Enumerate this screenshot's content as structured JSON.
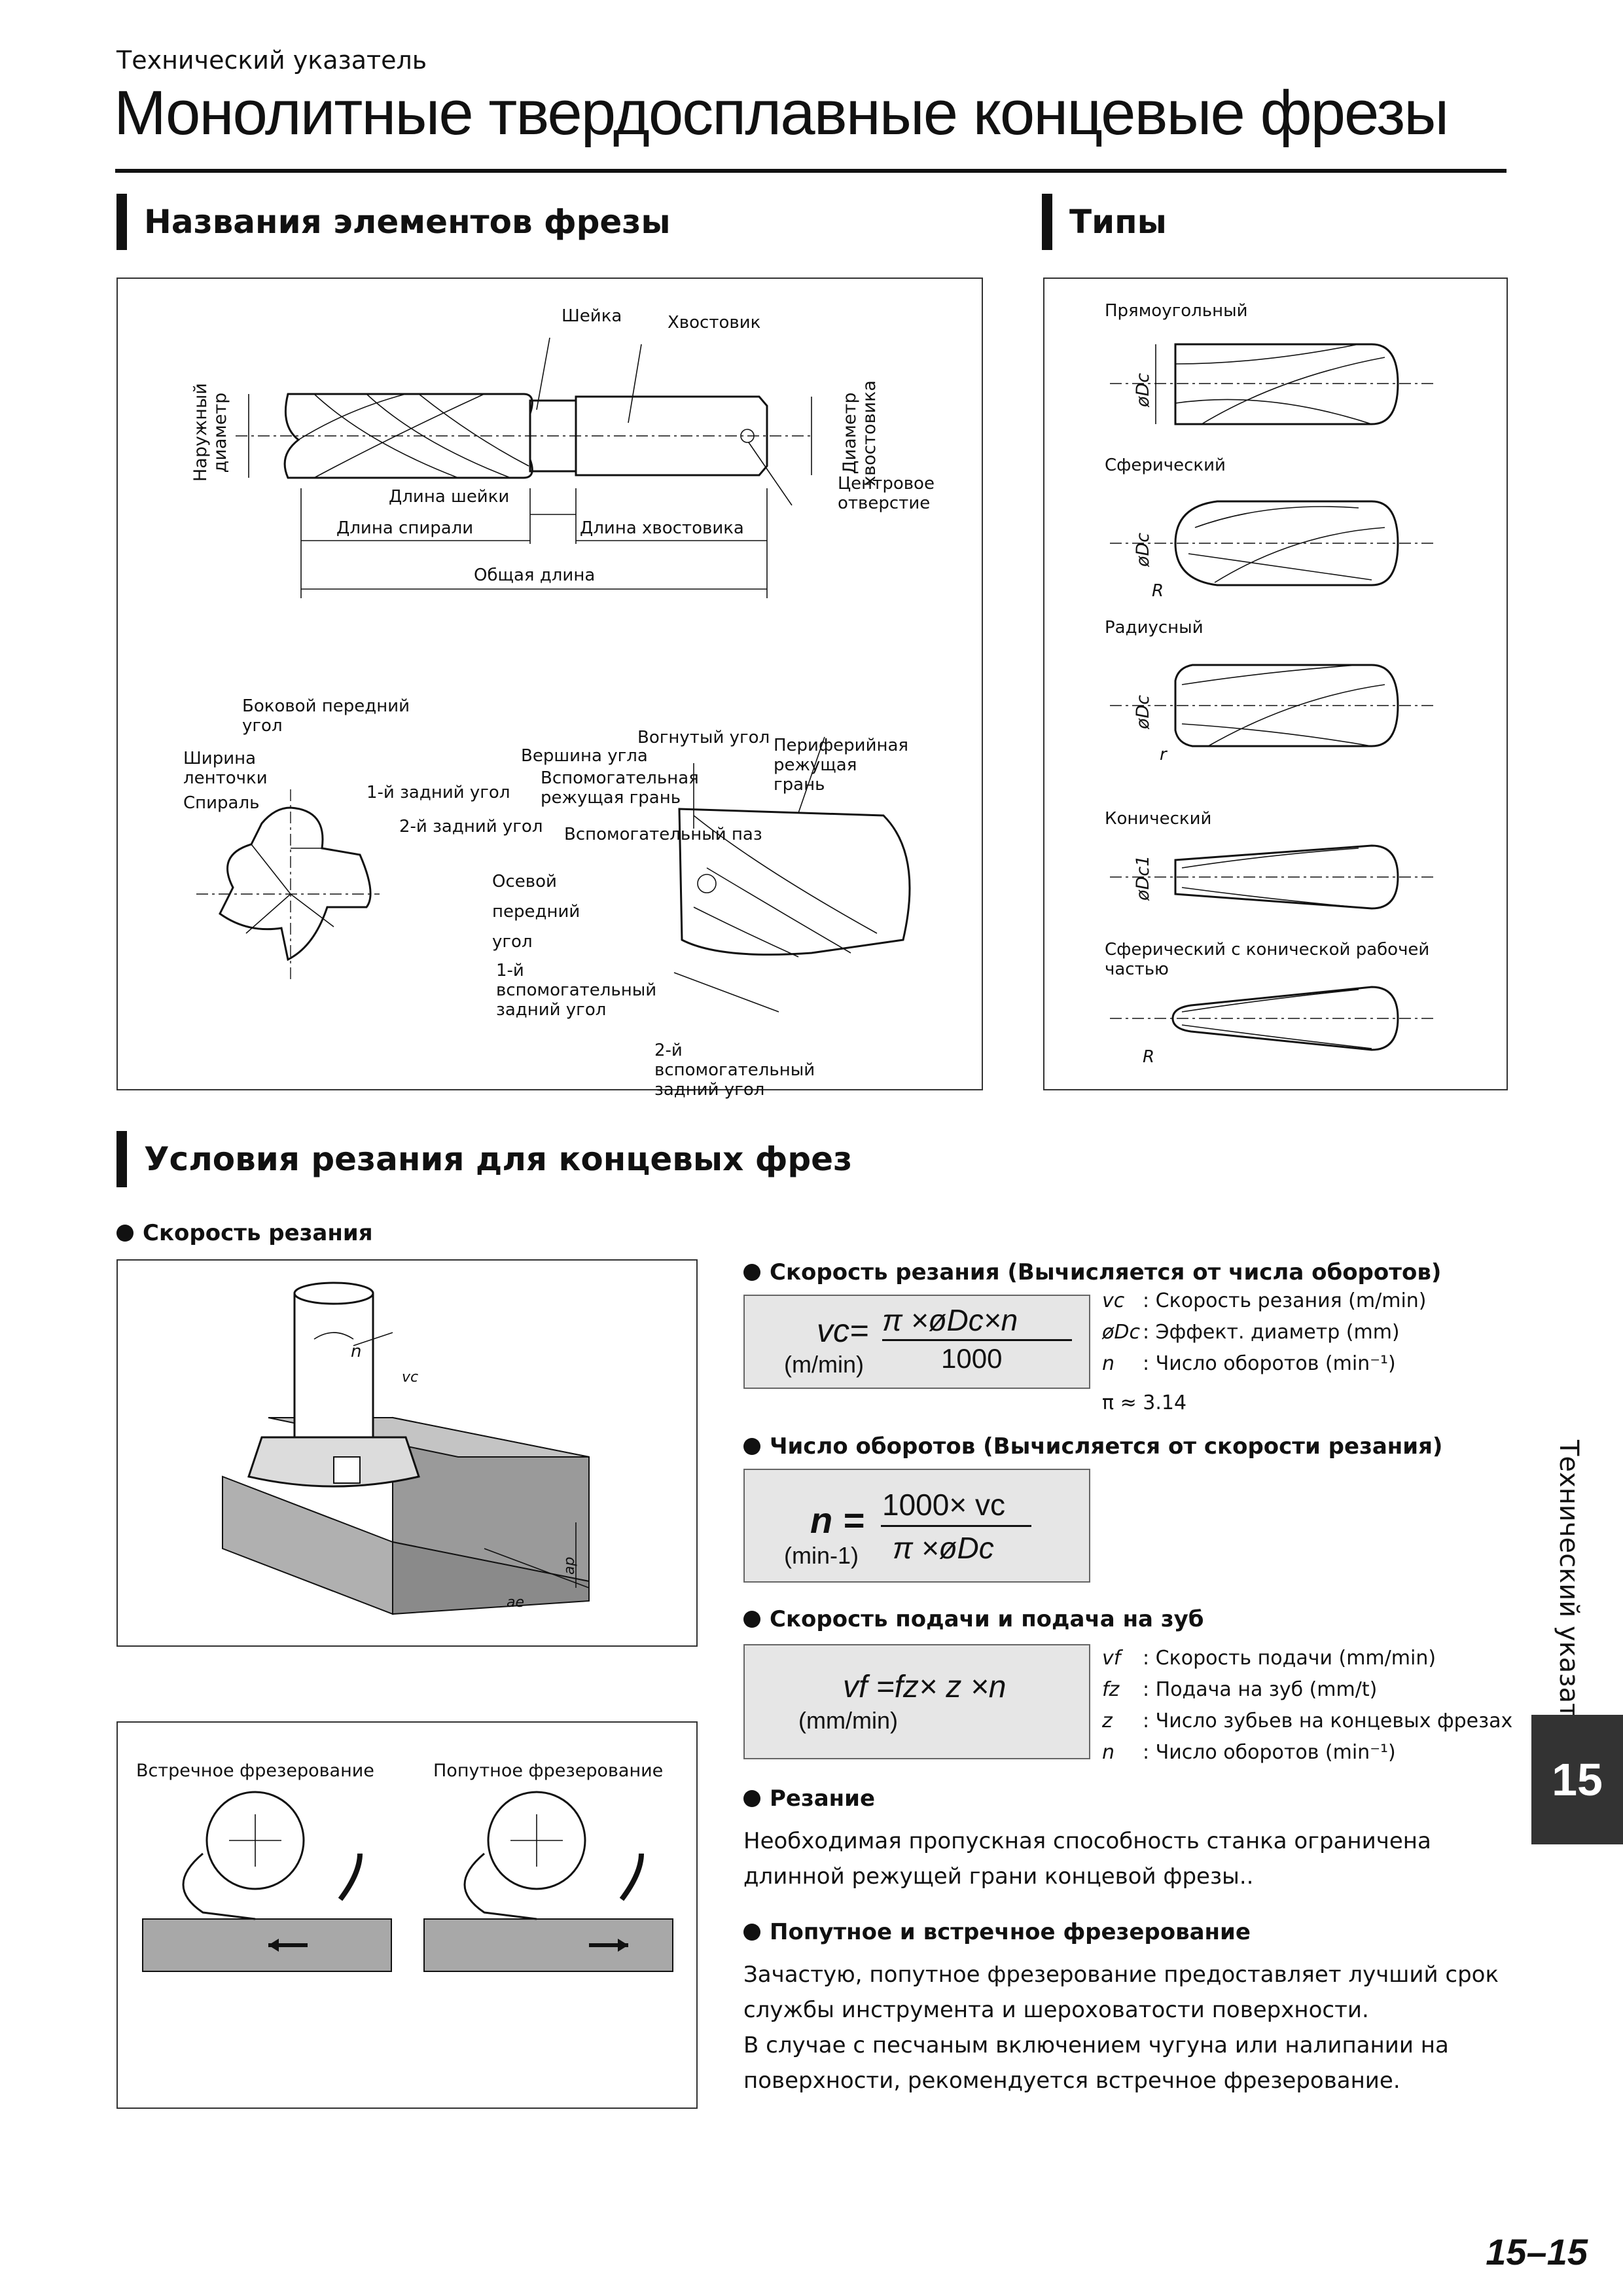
{
  "header": {
    "section_small": "Технический указатель",
    "title": "Монолитные твердосплавные концевые фрезы"
  },
  "parts_section": {
    "heading": "Названия элементов фрезы",
    "labels": {
      "neck": "Шейка",
      "shank": "Хвостовик",
      "outer_diameter": "Наружный диаметр",
      "shank_diameter": "Диаметр хвостовика",
      "center_hole": "Центровое отверстие",
      "neck_length": "Длина шейки",
      "flute_length": "Длина спирали",
      "shank_length": "Длина хвостовика",
      "overall_length": "Общая длина",
      "radial_rake": "Боковой передний угол",
      "land_width": "Ширина ленточки",
      "helix": "Спираль",
      "primary_relief": "1-й задний угол",
      "secondary_relief": "2-й задний угол",
      "concave_angle": "Вогнутый угол",
      "corner": "Вершина угла",
      "end_cutting_edge": "Вспомогательная режущая грань",
      "peripheral_edge": "Периферийная режущая грань",
      "end_gash": "Вспомогательный паз",
      "axial_rake": "Осевой передний угол",
      "end_primary_relief": "1-й вспомогательный задний угол",
      "end_secondary_relief": "2-й вспомогательный задний угол"
    }
  },
  "types_section": {
    "heading": "Типы",
    "types": [
      {
        "name": "Прямоугольный",
        "dim": "øDc"
      },
      {
        "name": "Сферический",
        "dim": "øDc",
        "radius": "R"
      },
      {
        "name": "Радиусный",
        "dim": "øDc",
        "radius": "r"
      },
      {
        "name": "Конический",
        "dim": "øDc1"
      },
      {
        "name": "Сферический с конической рабочей частью",
        "radius": "R"
      }
    ]
  },
  "conditions_section": {
    "heading": "Условия резания для концевых фрез",
    "speed_heading": "Скорость резания",
    "figure_labels": {
      "n": "n",
      "vc": "vc",
      "ap": "ap",
      "ae": "ae"
    },
    "milling_labels": {
      "conventional": "Встречное фрезерование",
      "climb": "Попутное фрезерование"
    },
    "vc_block": {
      "heading": "Скорость резания (Вычисляется от числа оборотов)",
      "lhs": "vc=",
      "unit": "(m/min)",
      "numerator": "π ×øDc×n",
      "denominator": "1000",
      "legend": [
        {
          "sym": "vc",
          "text": ": Скорость резания (m/min)"
        },
        {
          "sym": "øDc",
          "text": ": Эффект. диаметр (mm)"
        },
        {
          "sym": "n",
          "text": ": Число оборотов (min⁻¹)"
        }
      ],
      "pi_note": "π ≈ 3.14"
    },
    "n_block": {
      "heading": "Число оборотов (Вычисляется от скорости резания)",
      "lhs": "n =",
      "unit": "(min-1)",
      "numerator": "1000× vc",
      "denominator": "π ×øDc"
    },
    "feed_block": {
      "heading": "Скорость подачи и подача на зуб",
      "formula": "vf =fz× z ×n",
      "unit": "(mm/min)",
      "legend": [
        {
          "sym": "vf",
          "text": ": Скорость подачи (mm/min)"
        },
        {
          "sym": "fz",
          "text": ": Подача на зуб (mm/t)"
        },
        {
          "sym": "z",
          "text": ": Число зубьев на концевых фрезах"
        },
        {
          "sym": "n",
          "text": ": Число оборотов (min⁻¹)"
        }
      ]
    },
    "cutting": {
      "heading": "Резание",
      "text": "Необходимая пропускная способность станка ограничена длинной режущей грани концевой фрезы.."
    },
    "milling": {
      "heading": "Попутное и встречное фрезерование",
      "text1": "Зачастую, попутное фрезерование предоставляет лучший срок службы инструмента и шероховатости поверхности.",
      "text2": "В случае с песчаным включением чугуна или налипании на поверхности, рекомендуется встречное фрезерование."
    }
  },
  "side_tab": {
    "label": "Технический указатель",
    "number": "15"
  },
  "page_number": "15–15"
}
